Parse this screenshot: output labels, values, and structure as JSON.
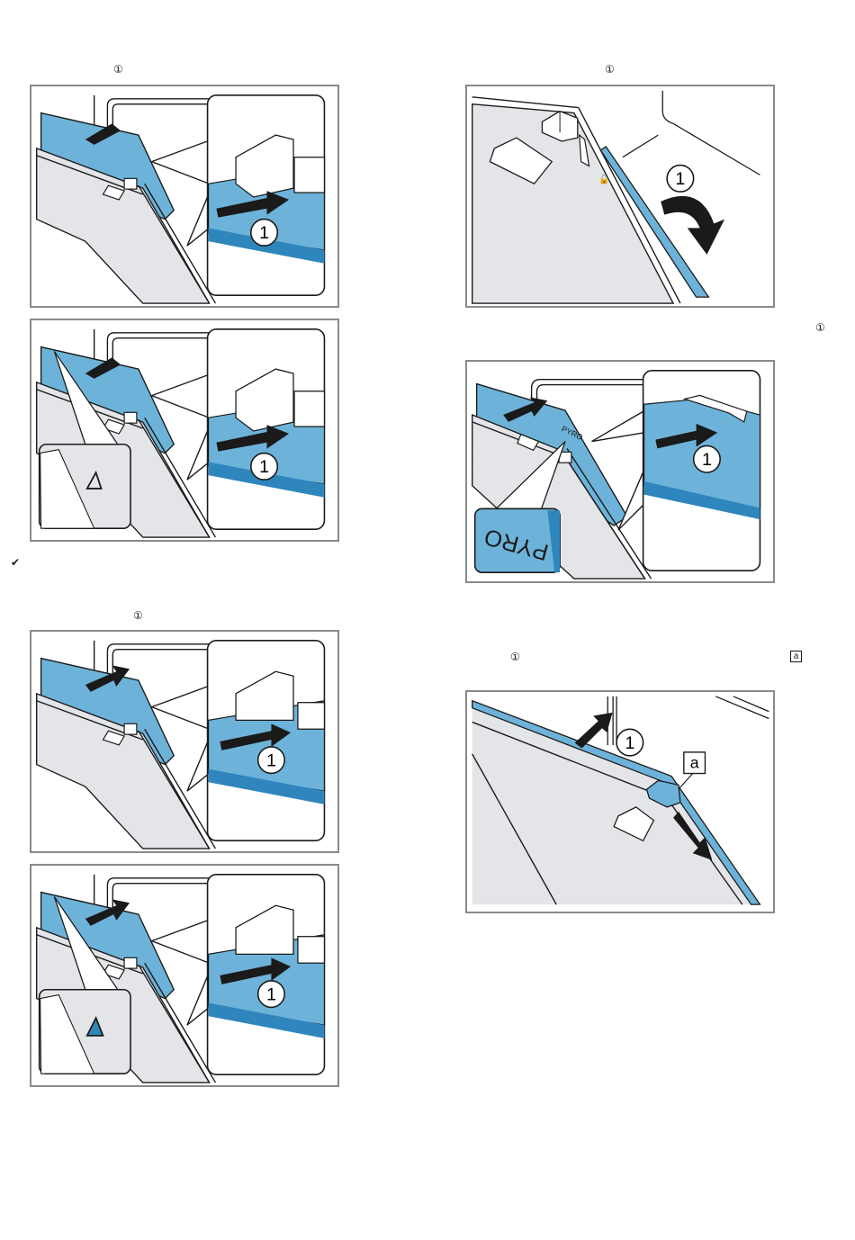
{
  "markers": {
    "step_ref_1": "①",
    "step_ref_2": "①",
    "step_ref_3": "①",
    "step_ref_4": "①",
    "step_ref_5": "①",
    "part_ref_a": "a",
    "check": "✔"
  },
  "figure_labels": {
    "callout_1": "1",
    "callout_a": "a",
    "pyro_text": "PYRO"
  },
  "colors": {
    "panel_blue": "#6db3d9",
    "panel_blue_dark": "#2f86bd",
    "glass_grey": "#e4e5e9",
    "line": "#1a1a1a",
    "frame_border": "#8a8a8a"
  }
}
